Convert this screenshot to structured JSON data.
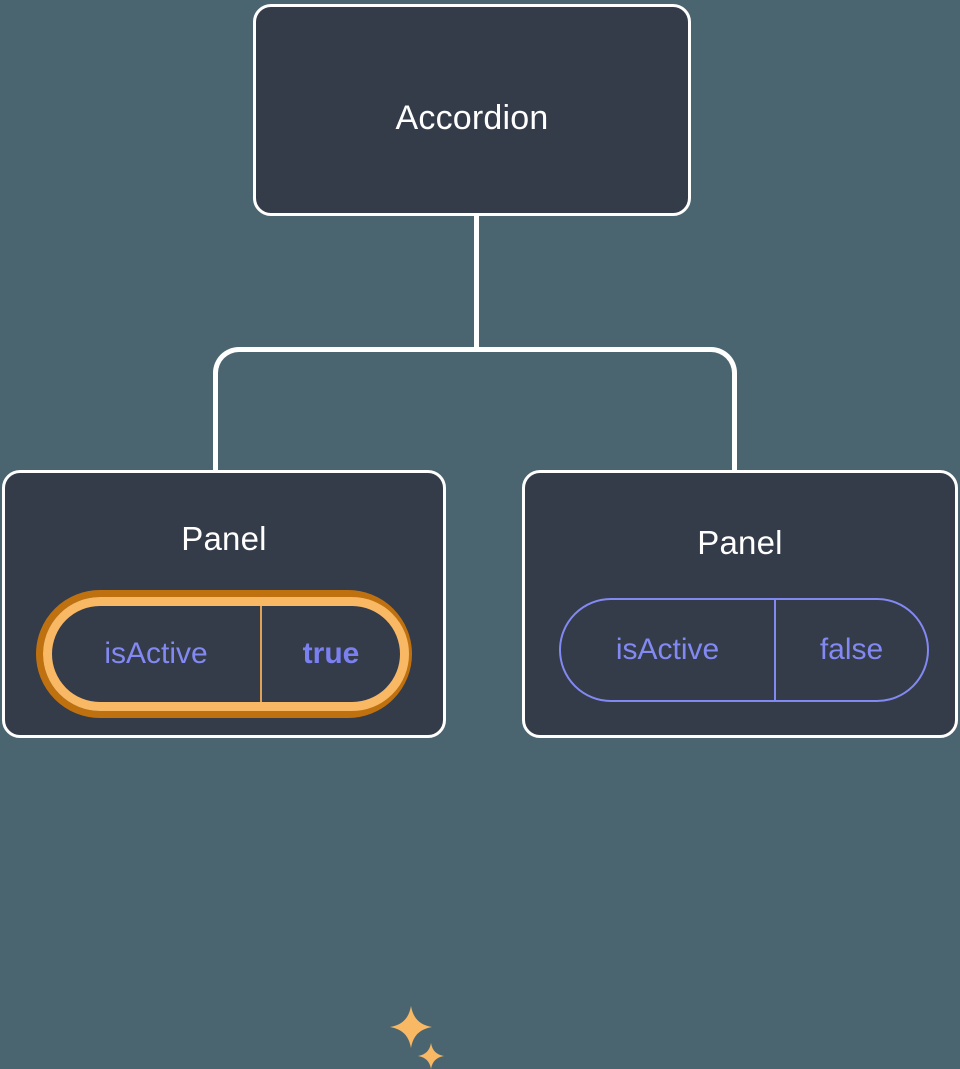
{
  "diagram": {
    "type": "component-tree",
    "background_color": "#4B6570",
    "node_fill_color": "#343B49",
    "node_border_color": "#FFFFFF",
    "connector_color": "#FFFFFF",
    "accent_color": "#8389F2",
    "highlight_outer_color": "#C0710F",
    "highlight_inner_color": "#F8B864",
    "root": {
      "title": "Accordion"
    },
    "children": [
      {
        "title": "Panel",
        "highlighted": true,
        "prop": {
          "key": "isActive",
          "value": "true"
        },
        "sparkles": [
          {
            "name": "sparkle-large"
          },
          {
            "name": "sparkle-small"
          }
        ]
      },
      {
        "title": "Panel",
        "highlighted": false,
        "prop": {
          "key": "isActive",
          "value": "false"
        }
      }
    ]
  }
}
